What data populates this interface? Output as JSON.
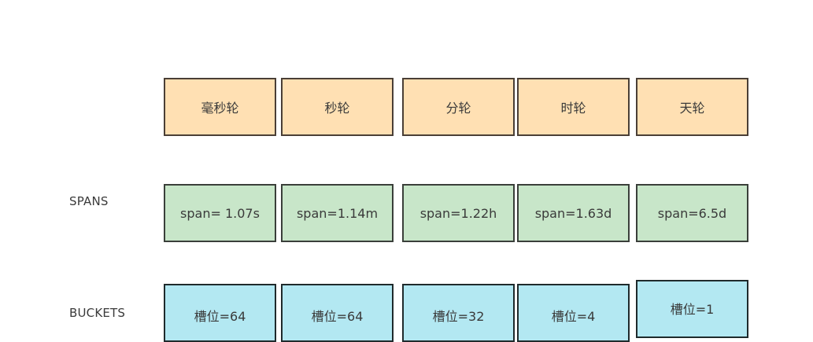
{
  "diagram": {
    "title": "",
    "colors": {
      "wheel_fill": "#ffe0b3",
      "span_fill": "#c8e6c9",
      "bucket_fill": "#b3e8f2",
      "border": "#3d3d3d"
    },
    "row_labels": {
      "wheels": "",
      "spans": "SPANS",
      "buckets": "BUCKETS"
    },
    "wheels": [
      {
        "label": "毫秒轮",
        "span": "span= 1.07s",
        "bucket": "槽位=64"
      },
      {
        "label": "秒轮",
        "span": "span=1.14m",
        "bucket": "槽位=64"
      },
      {
        "label": "分轮",
        "span": "span=1.22h",
        "bucket": "槽位=32"
      },
      {
        "label": "时轮",
        "span": "span=1.63d",
        "bucket": "槽位=4"
      },
      {
        "label": "天轮",
        "span": "span=6.5d",
        "bucket": "槽位=1"
      }
    ]
  }
}
